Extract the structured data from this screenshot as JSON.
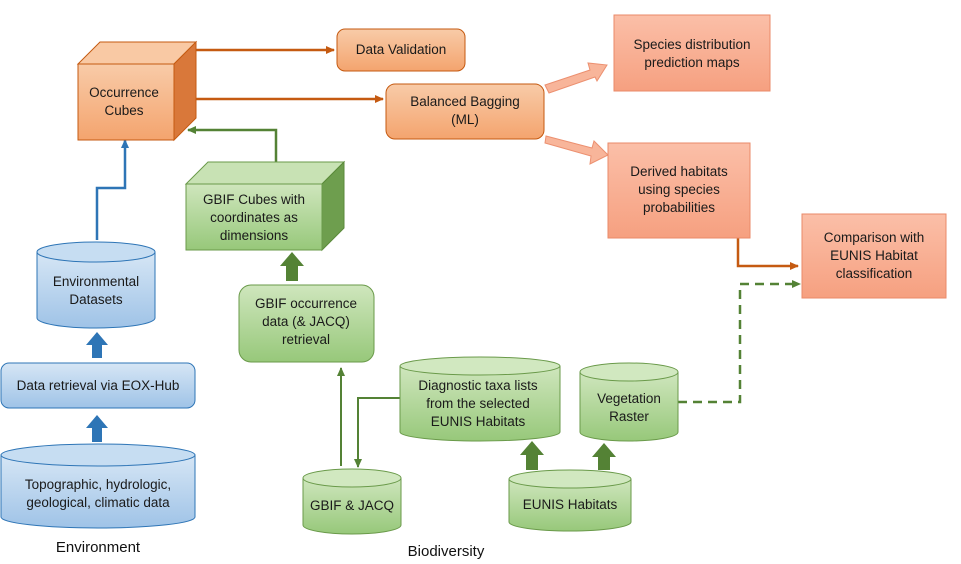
{
  "nodes": {
    "occurrence_cubes": [
      "Occurrence",
      "Cubes"
    ],
    "data_validation": [
      "Data Validation"
    ],
    "balanced_bagging": [
      "Balanced Bagging",
      "(ML)"
    ],
    "species_maps": [
      "Species distribution",
      "prediction maps"
    ],
    "derived_habitats": [
      "Derived habitats",
      "using species",
      "probabilities"
    ],
    "comparison": [
      "Comparison with",
      "EUNIS Habitat",
      "classification"
    ],
    "gbif_cubes": [
      "GBIF Cubes with",
      "coordinates as",
      "dimensions"
    ],
    "gbif_retrieval": [
      "GBIF occurrence",
      "data (& JACQ)",
      "retrieval"
    ],
    "env_datasets": [
      "Environmental",
      "Datasets"
    ],
    "eox_hub": [
      "Data retrieval via EOX-Hub"
    ],
    "env_data": [
      "Topographic, hydrologic,",
      "geological, climatic data"
    ],
    "diagnostic_taxa": [
      "Diagnostic taxa lists",
      "from the selected",
      "EUNIS Habitats"
    ],
    "vegetation_raster": [
      "Vegetation",
      "Raster"
    ],
    "gbif_jacq": [
      "GBIF & JACQ"
    ],
    "eunis_habitats": [
      "EUNIS Habitats"
    ]
  },
  "captions": {
    "environment": "Environment",
    "biodiversity": "Biodiversity"
  },
  "colors": {
    "orange_fill": "#f4b183",
    "orange_stroke": "#c55a11",
    "salmon_fill": "#f8ad94",
    "blue_fill": "#bdd7ee",
    "blue_stroke": "#2e75b6",
    "green_fill": "#a9d18e",
    "green_stroke": "#538135"
  }
}
